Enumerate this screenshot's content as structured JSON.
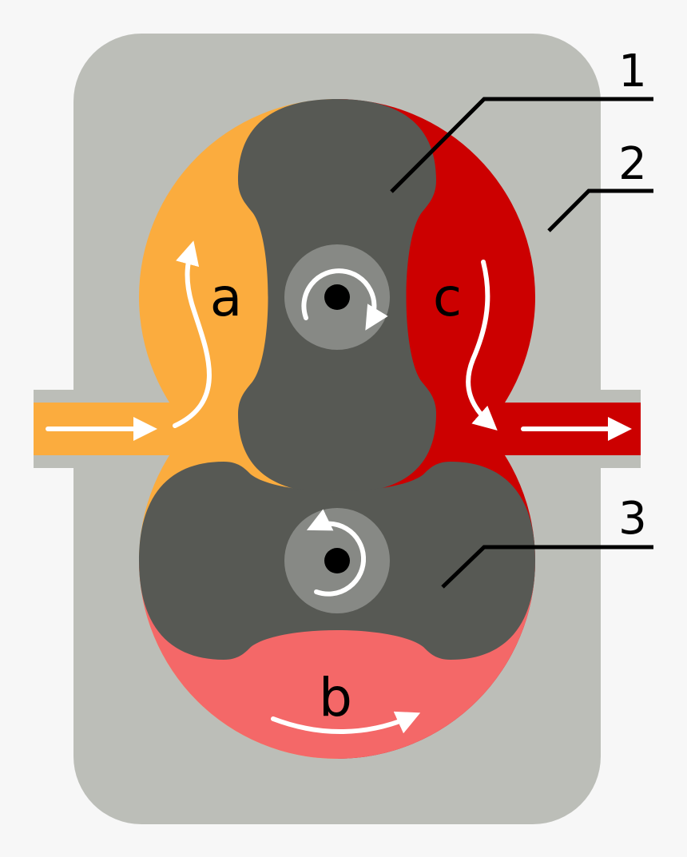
{
  "diagram": {
    "callouts": [
      {
        "number": "1",
        "part": "upper-rotor"
      },
      {
        "number": "2",
        "part": "pump-housing"
      },
      {
        "number": "3",
        "part": "lower-rotor"
      }
    ],
    "chambers": [
      {
        "letter": "a",
        "role": "inlet-side"
      },
      {
        "letter": "b",
        "role": "carried-volume"
      },
      {
        "letter": "c",
        "role": "outlet-side"
      }
    ],
    "icons": {
      "flow": "flow-arrow-icon",
      "rotation": "rotation-arrow-icon",
      "shaft": "shaft-icon"
    }
  },
  "colors": {
    "background": "#f7f7f7",
    "housing": "#bcbeb8",
    "rotor": "#575954",
    "hub": "#878985",
    "inlet_fluid": "#fbac3e",
    "outlet_fluid": "#cc0000",
    "carried_fluid": "#f46868",
    "arrow": "#ffffff",
    "leader_line": "#000000"
  }
}
